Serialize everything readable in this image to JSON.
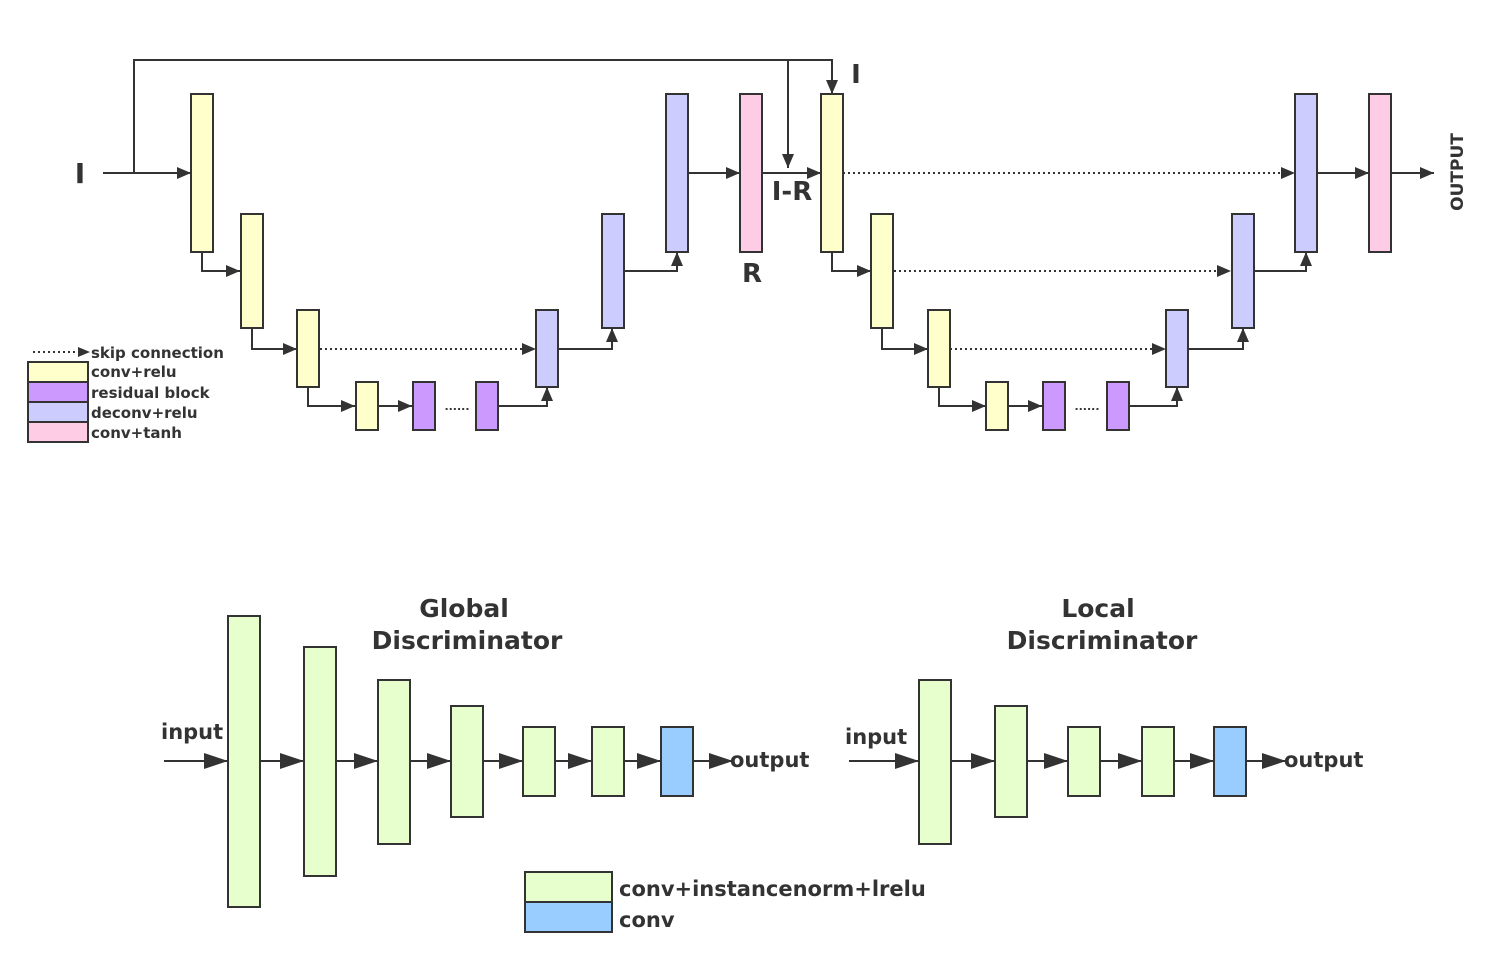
{
  "colors": {
    "conv_relu": "#FFFFCC",
    "residual_block": "#CC99FF",
    "deconv_relu": "#CCCCFF",
    "conv_tanh": "#FFCCE6",
    "conv_instancenorm_lrelu": "#E6FFCC",
    "conv": "#99CCFF",
    "line": "#333333"
  },
  "generator": {
    "input_label": "I",
    "top_input_label": "I",
    "r_label": "R",
    "ir_label": "I-R",
    "output_label": "OUTPUT",
    "ellipsis": "......",
    "legend": {
      "skip": "skip connection",
      "conv_relu": "conv+relu",
      "residual": "residual block",
      "deconv_relu": "deconv+relu",
      "conv_tanh": "conv+tanh"
    }
  },
  "discriminators": {
    "global": {
      "title_line1": "Global",
      "title_line2": "Discriminator",
      "input_label": "input",
      "output_label": "output"
    },
    "local": {
      "title_line1": "Local",
      "title_line2": "Discriminator",
      "input_label": "input",
      "output_label": "output"
    },
    "legend": {
      "cinl": "conv+instancenorm+lrelu",
      "conv": "conv"
    }
  }
}
